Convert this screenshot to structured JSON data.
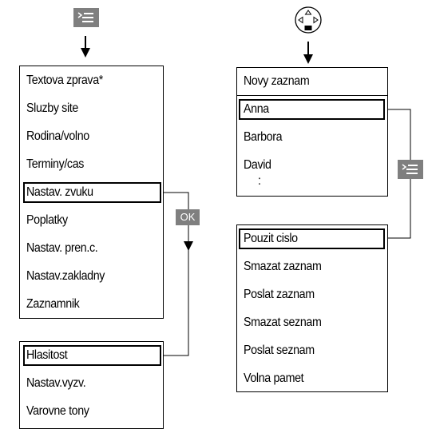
{
  "left_menu": {
    "items": [
      "Textova zprava*",
      "Sluzby site",
      "Rodina/volno",
      "Terminy/cas",
      "Nastav. zvuku",
      "Poplatky",
      "Nastav. pren.c.",
      "Nastav.zakladny",
      "Zaznamnik"
    ],
    "selected_index": 4
  },
  "sound_menu": {
    "items": [
      "Hlasitost",
      "Nastav.vyzv.",
      "Varovne tony"
    ],
    "selected_index": 0
  },
  "phonebook_menu": {
    "items": [
      "Novy zaznam",
      "Anna",
      "Barbora",
      "David",
      ":"
    ],
    "selected_index": 1
  },
  "options_menu": {
    "items": [
      "Pouzit cislo",
      "Smazat zaznam",
      "Poslat zaznam",
      "Smazat seznam",
      "Poslat seznam",
      "Volna pamet"
    ],
    "selected_index": 0
  },
  "keys": {
    "ok_label": "OK",
    "menu_icon": "menu-key-icon",
    "nav_icon": "navigation-key-icon"
  }
}
